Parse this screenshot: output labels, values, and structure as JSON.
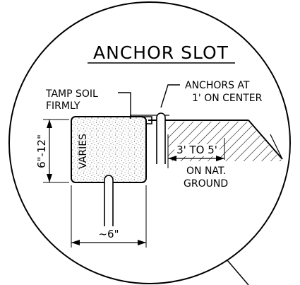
{
  "title": "ANCHOR SLOT",
  "labels": {
    "tamp_line1": "TAMP SOIL",
    "tamp_line2": "FIRMLY",
    "anchors_line1": "ANCHORS AT",
    "anchors_line2": "1' ON CENTER",
    "depth": "6\"-12\"",
    "varies": "VARIES",
    "spacing": "3' TO 5'",
    "ground_line1": "ON NAT.",
    "ground_line2": "GROUND",
    "width": "~6\""
  }
}
